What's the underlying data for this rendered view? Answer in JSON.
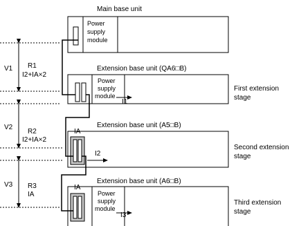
{
  "units": {
    "main_base": "Main base unit",
    "extension_1": "Extension base unit (QA6□B)",
    "extension_2": "Extension base unit (A5□B)",
    "extension_3": "Extension base unit (A6□B)"
  },
  "modules": {
    "power_supply_line1": "Power",
    "power_supply_line2": "supply",
    "power_supply_line3": "module"
  },
  "stages": {
    "first_line1": "First extension",
    "first_line2": "stage",
    "second_line1": "Second extension",
    "second_line2": "stage",
    "third_line1": "Third extension",
    "third_line2": "stage"
  },
  "voltages": {
    "v1": "V1",
    "v2": "V2",
    "v3": "V3"
  },
  "resistances": {
    "r1": "R1",
    "r2": "R2",
    "r3": "R3"
  },
  "currents": {
    "r1_current": "I2+IA×2",
    "r2_current": "I2+IA×2",
    "r3_current": "IA",
    "i1": "I1",
    "i2": "I2",
    "i3": "I3",
    "ia_second": "IA",
    "ia_third": "IA"
  },
  "colors": {
    "line": "#000000",
    "connector_fill": "#c8c8c8",
    "background": "#ffffff"
  }
}
